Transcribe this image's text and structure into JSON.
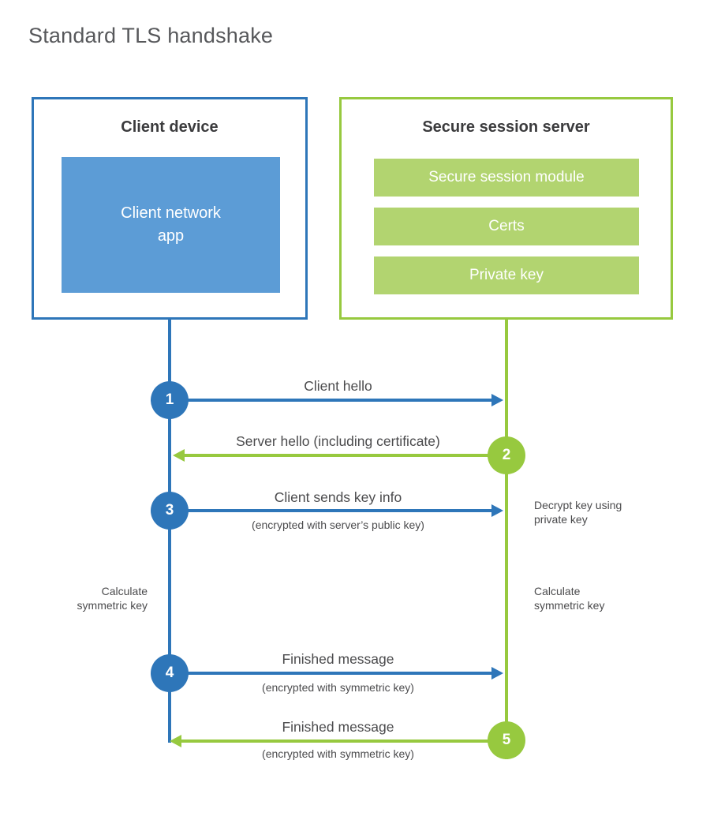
{
  "title": "Standard TLS handshake",
  "client_box": {
    "title": "Client device",
    "module": "Client network\napp"
  },
  "server_box": {
    "title": "Secure session server",
    "modules": [
      "Secure session module",
      "Certs",
      "Private key"
    ]
  },
  "steps": [
    {
      "num": "1",
      "label": "Client hello",
      "sub": "",
      "direction": "right",
      "actor": "client"
    },
    {
      "num": "2",
      "label": "Server hello (including certificate)",
      "sub": "",
      "direction": "left",
      "actor": "server"
    },
    {
      "num": "3",
      "label": "Client sends key info",
      "sub": "(encrypted with server’s public key)",
      "direction": "right",
      "actor": "client"
    },
    {
      "num": "4",
      "label": "Finished message",
      "sub": "(encrypted with symmetric key)",
      "direction": "right",
      "actor": "client"
    },
    {
      "num": "5",
      "label": "Finished message",
      "sub": "(encrypted with symmetric key)",
      "direction": "left",
      "actor": "server"
    }
  ],
  "annotations": {
    "decrypt_note": "Decrypt key using\nprivate key",
    "calc_left": "Calculate\nsymmetric key",
    "calc_right": "Calculate\nsymmetric key"
  },
  "colors": {
    "blue": "#2E76B9",
    "blue_fill": "#5C9CD6",
    "green": "#97C93F",
    "green_fill": "#B2D470",
    "heading_text": "#3B3B3D",
    "label_text": "#4B4B4D",
    "title_text": "#57585B"
  }
}
